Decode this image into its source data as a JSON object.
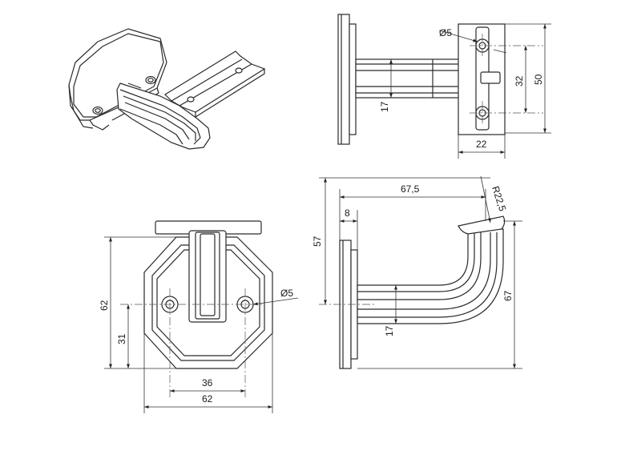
{
  "dimensions": {
    "side_hole_dia": "Ø5",
    "side_hole_spacing": "32",
    "side_plate_height": "50",
    "side_arm_height": "17",
    "side_plate_width": "22",
    "profile_length": "67,5",
    "profile_radius": "R22,5",
    "profile_offset": "8",
    "profile_height": "57",
    "profile_total_height": "67",
    "profile_arm_height": "17",
    "front_height": "62",
    "front_hole_height": "31",
    "front_hole_spacing": "36",
    "front_width": "62",
    "front_hole_dia": "Ø5"
  }
}
